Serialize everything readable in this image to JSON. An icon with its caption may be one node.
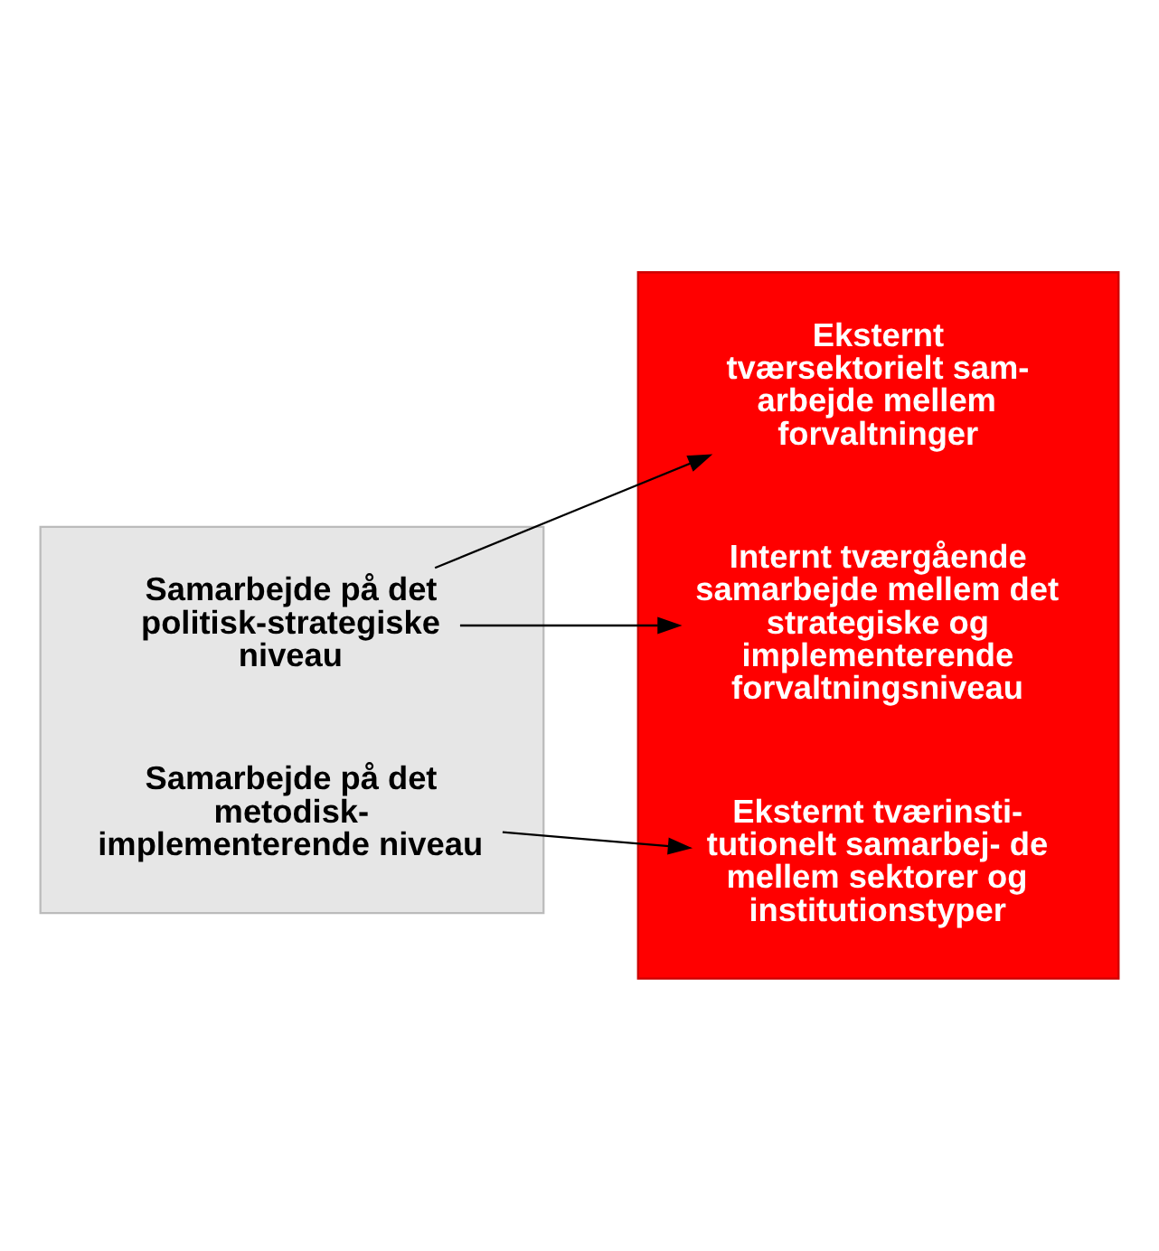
{
  "diagram": {
    "nodes": [
      {
        "text": [],
        "shape": "box"
      },
      {
        "text": [
          "Samarbejde på det politisk-strategiske niveau"
        ],
        "in": 0
      },
      {
        "text": [
          "Samarbejde på det metodisk- implementerende niveau"
        ],
        "in": 0
      },
      {
        "text": [],
        "shape": "box"
      },
      {
        "text": [
          "Eksternt tværsektorielt sam- arbejde mellem forvaltninger"
        ],
        "in": 3
      },
      {
        "text": [
          "Internt tværgående samarbejde mellem det strategiske og implementerende forvaltningsniveau"
        ],
        "in": 3
      },
      {
        "text": [
          "Eksternt tværinsti- tutionelt samarbej- de mellem sektorer og institutionstyper"
        ],
        "in": 3
      }
    ],
    "edges": [
      {
        "from": 1,
        "to": 4,
        "arrow": "to"
      },
      {
        "from": 1,
        "to": 5,
        "arrow": "to"
      },
      {
        "from": 2,
        "to": 6,
        "arrow": "to"
      }
    ]
  }
}
